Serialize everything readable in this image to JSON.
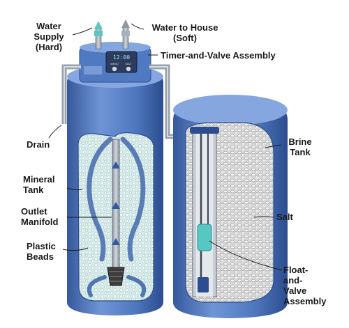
{
  "labels": {
    "water_supply": "Water",
    "water_supply_2": "Supply",
    "water_supply_3": "(Hard)",
    "water_to_house": "Water to House",
    "water_to_house_2": "(Soft)",
    "timer_valve": "Timer-and-Valve Assembly",
    "drain": "Drain",
    "brine_tank": "Brine",
    "brine_tank_2": "Tank",
    "mineral_tank": "Mineral",
    "mineral_tank_2": "Tank",
    "outlet_manifold": "Outlet",
    "outlet_manifold_2": "Manifold",
    "salt": "Salt",
    "plastic_beads": "Plastic",
    "plastic_beads_2": "Beads",
    "float_valve": "Float-",
    "float_valve_2": "and-",
    "float_valve_3": "Valve",
    "float_valve_4": "Assembly"
  },
  "display": {
    "readout": "12:00",
    "button_left": "MENU",
    "button_right": "SALT"
  },
  "colors": {
    "tank_blue": "#4f79c0",
    "tank_dark": "#2c4d8f",
    "tank_light": "#86a6df",
    "pipe_gray": "#a9b1bb",
    "resin_fill": "#d8ecea",
    "salt_fill": "#dcdcdc",
    "arrow_blue": "#2f5aa3",
    "float_teal": "#56c7c2"
  }
}
